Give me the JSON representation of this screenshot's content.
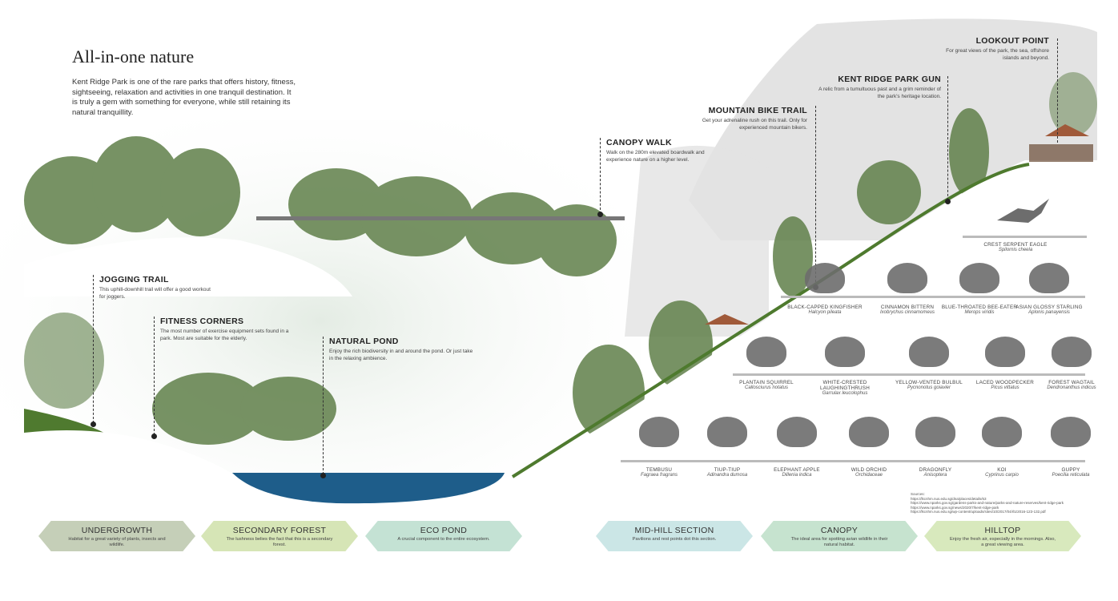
{
  "title": "All-in-one nature",
  "intro": "Kent Ridge Park is one of the rare parks that offers history, fitness, sightseeing, relaxation and activities in one tranquil destination. It is truly a gem with something for everyone, while still retaining its natural tranquillity.",
  "callouts": {
    "canopy_walk": {
      "title": "CANOPY WALK",
      "text": "Walk on the 280m elevated boardwalk and experience nature on a higher level."
    },
    "mountain_bike": {
      "title": "MOUNTAIN BIKE TRAIL",
      "text": "Get your adrenaline rush on this trail. Only for experienced mountain bikers."
    },
    "gun": {
      "title": "KENT RIDGE PARK GUN",
      "text": "A relic from a tumultuous past and a grim reminder of the park's heritage location."
    },
    "lookout": {
      "title": "LOOKOUT POINT",
      "text": "For great views of the park, the sea, offshore islands and beyond."
    },
    "jogging": {
      "title": "JOGGING TRAIL",
      "text": "This uphill-downhill trail will offer a good workout for joggers."
    },
    "fitness": {
      "title": "FITNESS CORNERS",
      "text": "The most number of exercise equipment sets found in a park. Most are suitable for the elderly."
    },
    "pond": {
      "title": "NATURAL POND",
      "text": "Enjoy the rich biodiversity in and around the pond. Or just take in the relaxing ambience."
    }
  },
  "species": {
    "row0": [
      {
        "name": "CREST SERPENT EAGLE",
        "sci": "Spilornis cheela"
      }
    ],
    "row1": [
      {
        "name": "BLACK-CAPPED KINGFISHER",
        "sci": "Halcyon pileata"
      },
      {
        "name": "CINNAMON BITTERN",
        "sci": "Ixobrychus cinnamomeus"
      },
      {
        "name": "BLUE-THROATED BEE-EATER",
        "sci": "Merops viridis"
      },
      {
        "name": "ASIAN GLOSSY STARLING",
        "sci": "Aplonis panayensis"
      }
    ],
    "row2": [
      {
        "name": "PLANTAIN SQUIRREL",
        "sci": "Callosciurus notatus"
      },
      {
        "name": "WHITE-CRESTED LAUGHINGTHRUSH",
        "sci": "Garrulax leucolophus"
      },
      {
        "name": "YELLOW-VENTED BULBUL",
        "sci": "Pycnonotus goiavier"
      },
      {
        "name": "LACED WOODPECKER",
        "sci": "Picus vittatus"
      },
      {
        "name": "FOREST WAGTAIL",
        "sci": "Dendronanthus indicus"
      }
    ],
    "row3": [
      {
        "name": "TEMBUSU",
        "sci": "Fagraea fragrans"
      },
      {
        "name": "TIUP-TIUP",
        "sci": "Adinandra dumosa"
      },
      {
        "name": "ELEPHANT APPLE",
        "sci": "Dillenia indica"
      },
      {
        "name": "WILD ORCHID",
        "sci": "Orchidaceae"
      },
      {
        "name": "DRAGONFLY",
        "sci": "Anisoptera"
      },
      {
        "name": "KOI",
        "sci": "Cyprinus carpio"
      },
      {
        "name": "GUPPY",
        "sci": "Poecilia reticulata"
      }
    ]
  },
  "sources": {
    "label": "Sources:",
    "urls": [
      "https://lkcnhm.nus.edu.sg/dna/places/details/63",
      "https://www.nparks.gov.sg/gardens-parks-and-nature/parks-and-nature-reserves/kent-ridge-park",
      "https://www.nparks.gov.sg/news/2020/7/kent-ridge-park",
      "https://lkcnhm.nus.edu.sg/wp-content/uploads/sites/10/2017/04/rbz2016-123-132.pdf"
    ]
  },
  "zones": [
    {
      "title": "UNDERGROWTH",
      "text": "Habitat for a great variety of plants, insects and wildlife.",
      "color": "#c5cfb8"
    },
    {
      "title": "SECONDARY FOREST",
      "text": "The lushness belies the fact that this is a secondary forest.",
      "color": "#d6e5b6"
    },
    {
      "title": "ECO POND",
      "text": "A crucial component to the entire ecosystem.",
      "color": "#c4e2d4"
    },
    {
      "title": "MID-HILL SECTION",
      "text": "Pavilions and rest points dot this section.",
      "color": "#cbe6e6"
    },
    {
      "title": "CANOPY",
      "text": "The ideal area for spotting avian wildlife in their natural habitat.",
      "color": "#c6e3cf"
    },
    {
      "title": "HILLTOP",
      "text": "Enjoy the fresh air, especially in the mornings. Also, a great viewing area.",
      "color": "#d8e9bd"
    }
  ]
}
